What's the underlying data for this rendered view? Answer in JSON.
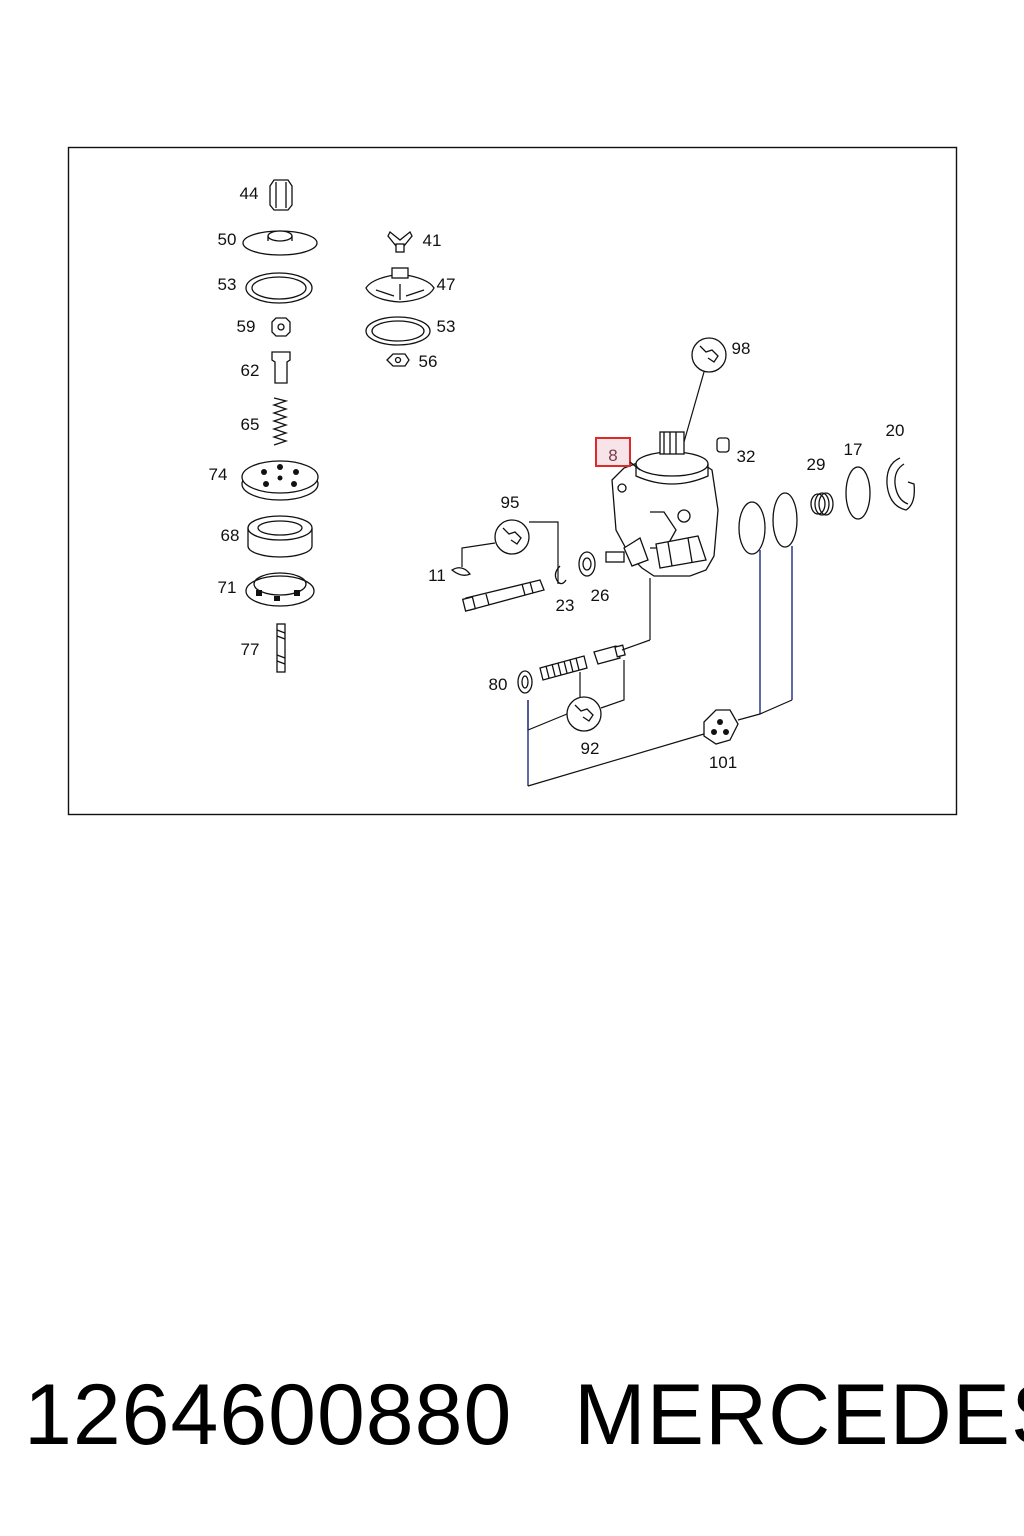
{
  "diagram": {
    "selected_part": "8",
    "parts": {
      "p44": "44",
      "p50": "50",
      "p53a": "53",
      "p59": "59",
      "p62": "62",
      "p65": "65",
      "p74": "74",
      "p68": "68",
      "p71": "71",
      "p77": "77",
      "p41": "41",
      "p47": "47",
      "p53b": "53",
      "p56": "56",
      "p98": "98",
      "p32": "32",
      "p29": "29",
      "p17": "17",
      "p20": "20",
      "p95": "95",
      "p11": "11",
      "p23": "23",
      "p26": "26",
      "p80": "80",
      "p92": "92",
      "p101": "101"
    }
  },
  "caption": {
    "part_number": "1264600880",
    "brand": "MERCEDES"
  }
}
